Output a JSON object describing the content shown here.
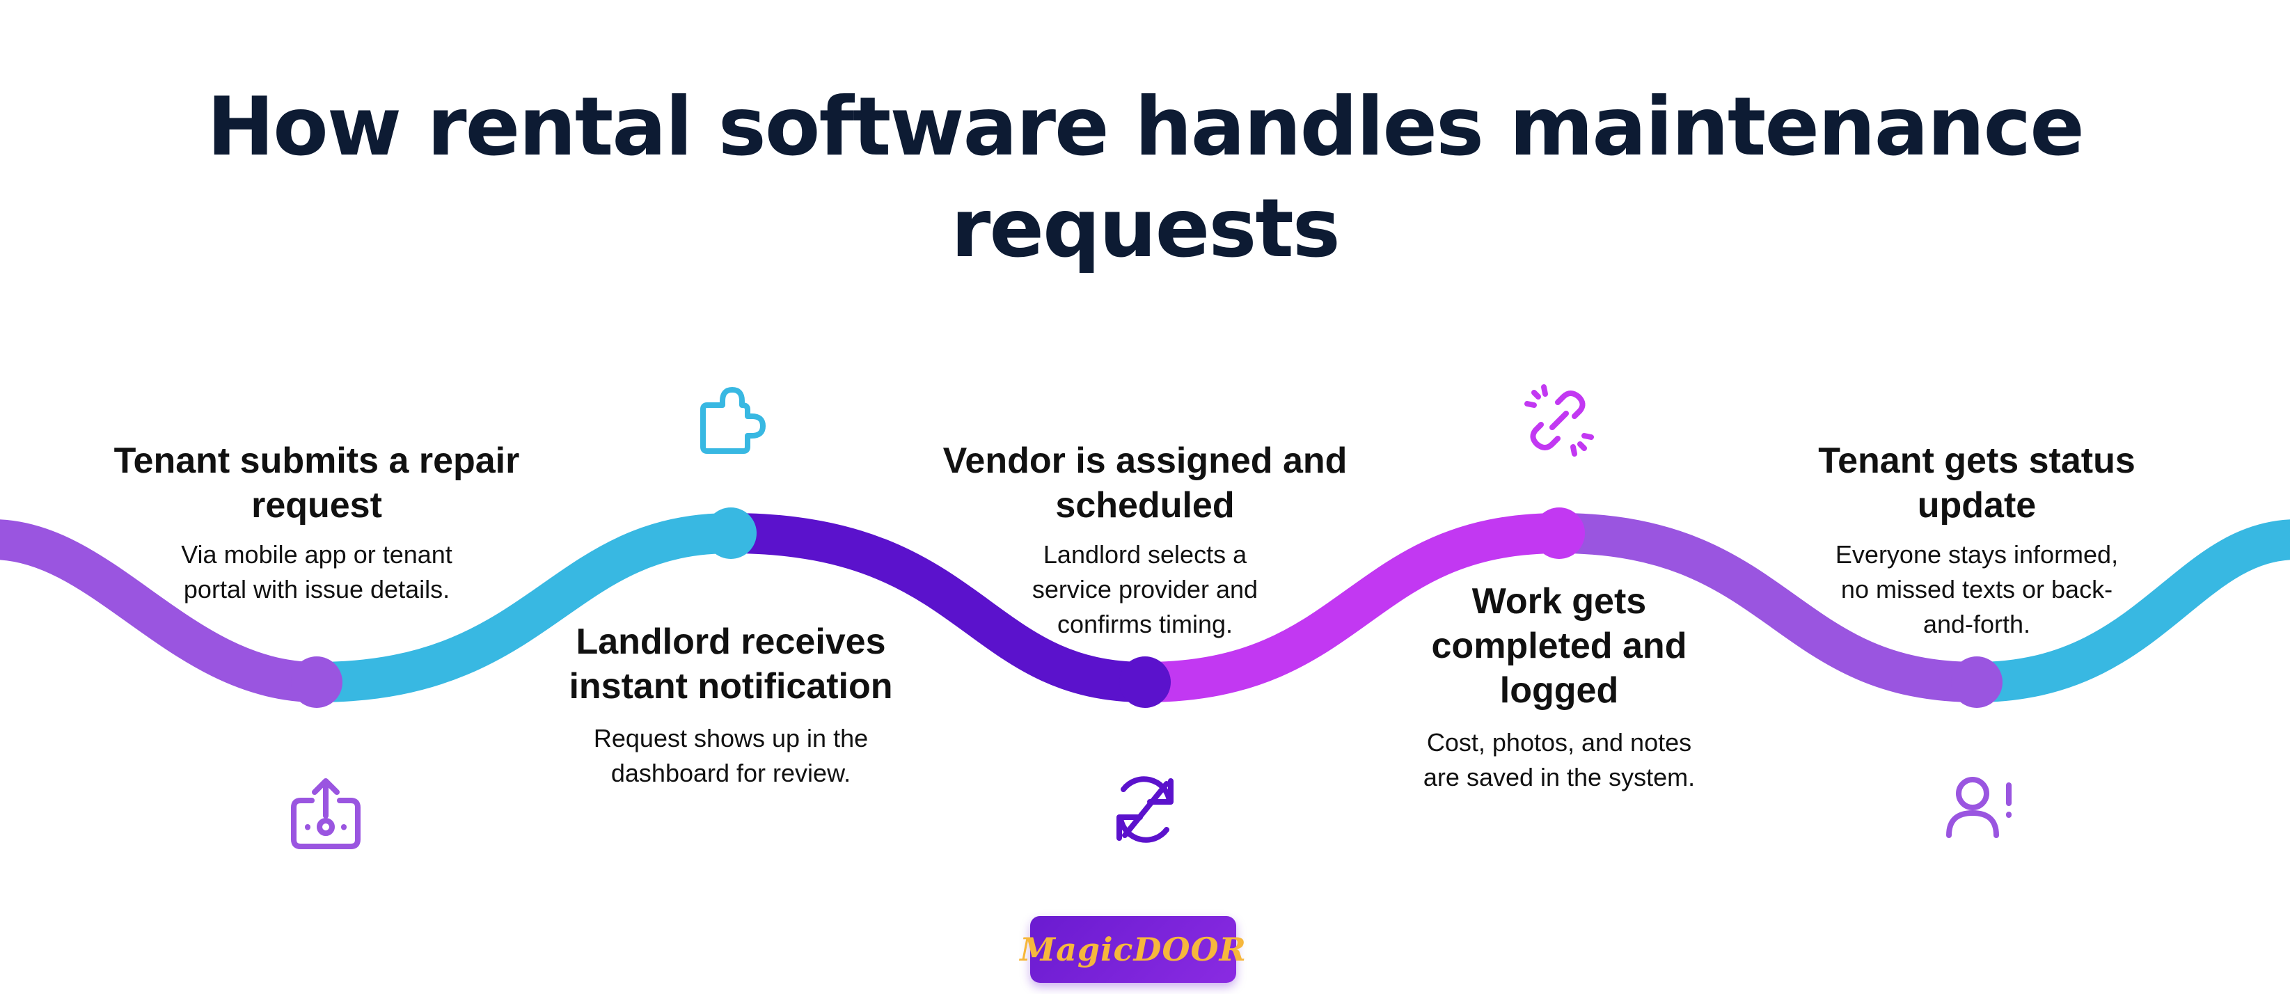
{
  "title": "How rental software handles maintenance requests",
  "steps": [
    {
      "title": "Tenant submits a repair request",
      "description": "Via mobile app or tenant portal with issue details.",
      "icon": "upload-payment-icon",
      "color": "#9a55e0"
    },
    {
      "title": "Landlord receives instant notification",
      "description": "Request shows up in the dashboard for review.",
      "icon": "puzzle-icon",
      "color": "#38b8e2"
    },
    {
      "title": "Vendor is assigned and scheduled",
      "description": "Landlord selects a service provider and confirms timing.",
      "icon": "sync-off-icon",
      "color": "#5b12cc"
    },
    {
      "title": "Work gets completed and logged",
      "description": "Cost, photos, and notes are saved in the system.",
      "icon": "broken-link-icon",
      "color": "#c238f2"
    },
    {
      "title": "Tenant gets status update",
      "description": "Everyone stays informed, no missed texts or back-and-forth.",
      "icon": "user-alert-icon",
      "color": "#9a55e0"
    }
  ],
  "logo": {
    "text": "MagicDOOR"
  },
  "colors": {
    "title": "#0d1b33",
    "purple": "#9a55e0",
    "blue": "#38b8e2",
    "indigo": "#5b12cc",
    "magenta": "#c238f2"
  }
}
